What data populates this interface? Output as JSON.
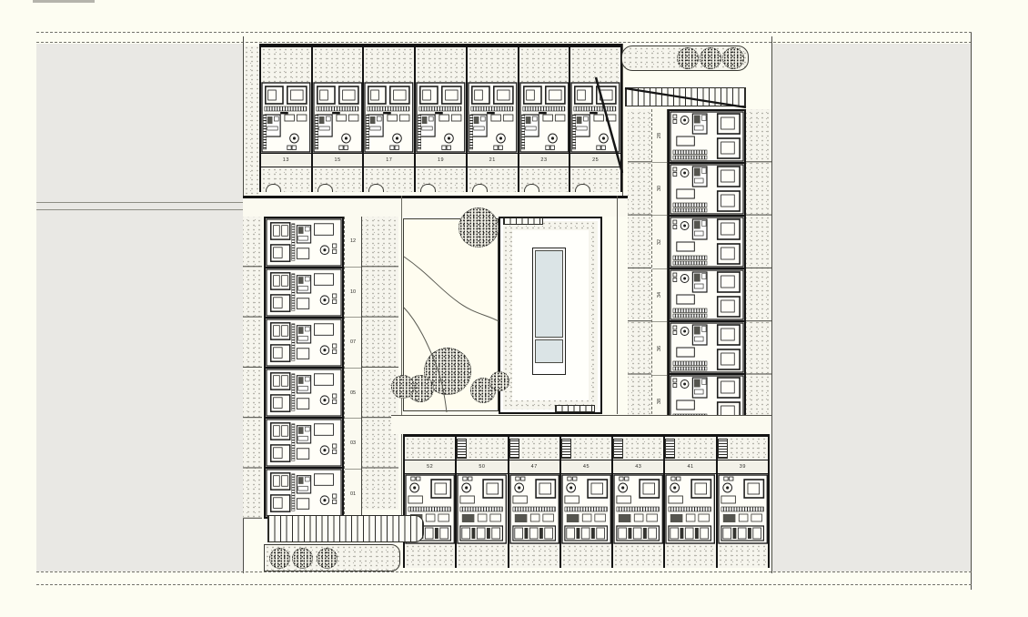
{
  "colors": {
    "paper": "#fdfdf2",
    "road": "#e9e8e4",
    "ink": "#1a1a1a",
    "pool_water": "#dbe4e6",
    "stipple_ground": "#f6f5ed"
  },
  "plan": {
    "top_row_units": [
      "13",
      "15",
      "17",
      "19",
      "21",
      "23",
      "25"
    ],
    "right_column_units": [
      "28",
      "30",
      "32",
      "34",
      "36",
      "38"
    ],
    "left_column_units": [
      "12",
      "10",
      "07",
      "05",
      "03",
      "01"
    ],
    "bottom_row_units": [
      "52",
      "50",
      "47",
      "45",
      "43",
      "41",
      "39"
    ]
  }
}
